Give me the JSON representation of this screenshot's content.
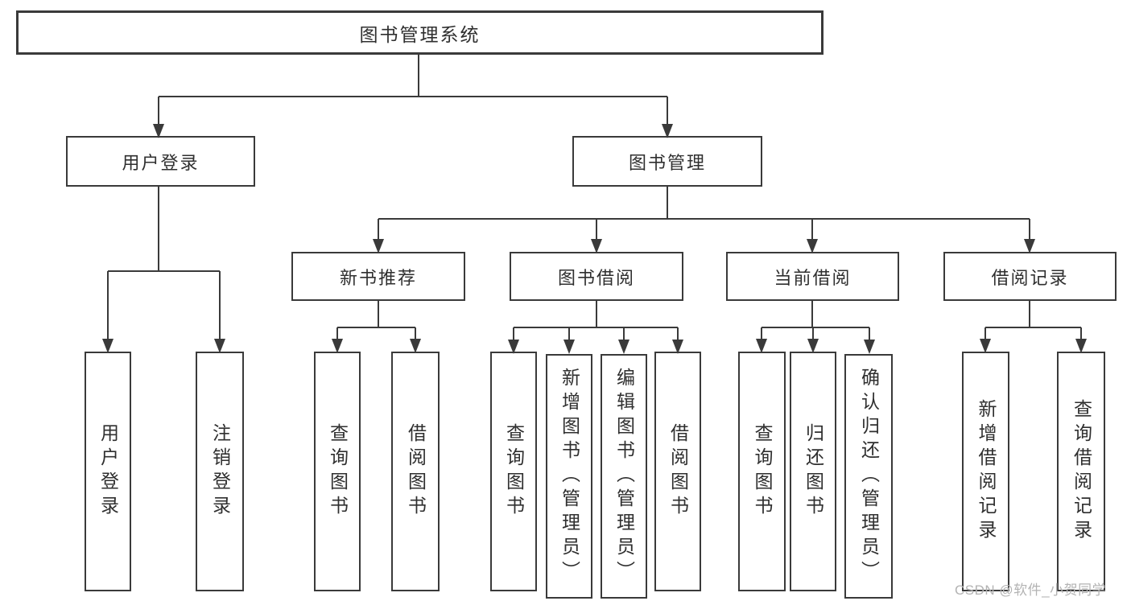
{
  "diagram": {
    "root": {
      "label": "图书管理系统"
    },
    "branches": [
      {
        "label": "用户登录",
        "children": [
          {
            "label": "用户登录"
          },
          {
            "label": "注销登录"
          }
        ]
      },
      {
        "label": "图书管理",
        "children": [
          {
            "label": "新书推荐",
            "children": [
              {
                "label": "查询图书"
              },
              {
                "label": "借阅图书"
              }
            ]
          },
          {
            "label": "图书借阅",
            "children": [
              {
                "label": "查询图书"
              },
              {
                "label": "新增图书（管理员）"
              },
              {
                "label": "编辑图书（管理员）"
              },
              {
                "label": "借阅图书"
              }
            ]
          },
          {
            "label": "当前借阅",
            "children": [
              {
                "label": "查询图书"
              },
              {
                "label": "归还图书"
              },
              {
                "label": "确认归还（管理员）"
              }
            ]
          },
          {
            "label": "借阅记录",
            "children": [
              {
                "label": "新增借阅记录"
              },
              {
                "label": "查询借阅记录"
              }
            ]
          }
        ]
      }
    ]
  },
  "watermark": {
    "text": "CSDN @软件_小贺同学"
  },
  "colors": {
    "line": "#3a3a3a",
    "text": "#2f2f2f",
    "watermark": "#b3b3b3",
    "background": "#ffffff"
  }
}
